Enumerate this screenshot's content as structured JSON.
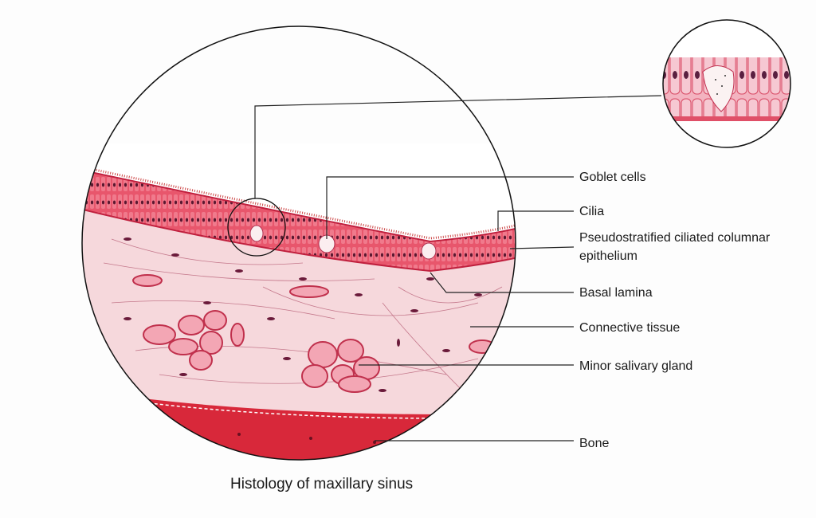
{
  "labels": {
    "goblet": "Goblet cells",
    "cilia": "Cilia",
    "pseudo_line1": "Pseudostratified ciliated columnar",
    "pseudo_line2": "epithelium",
    "basal": "Basal lamina",
    "connective": "Connective tissue",
    "gland": "Minor salivary gland",
    "bone": "Bone"
  },
  "caption": "Histology of maxillary sinus",
  "colors": {
    "epithelium": "#e0405a",
    "connective": "#f6d8dc",
    "bone": "#d8283a",
    "line": "#222222"
  }
}
